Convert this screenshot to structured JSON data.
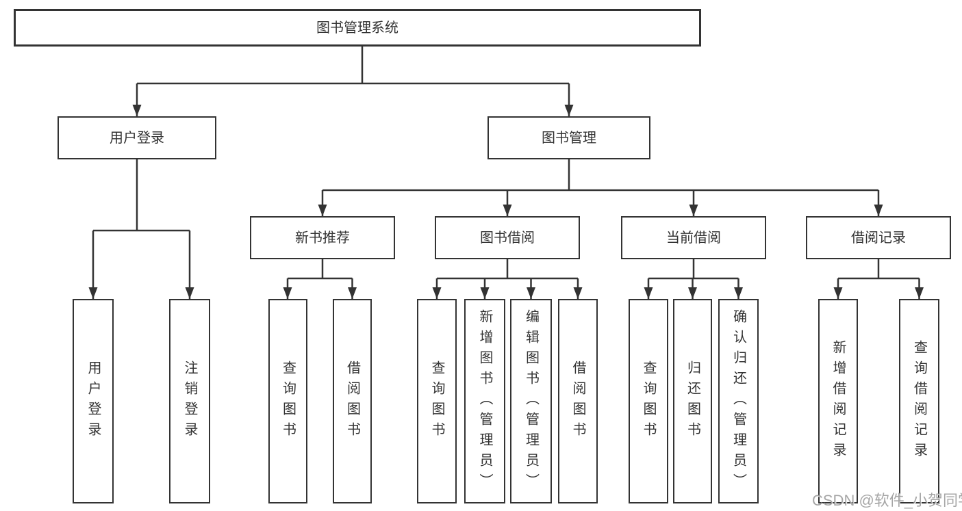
{
  "diagram": {
    "colors": {
      "line": "#333333",
      "box_border": "#333333",
      "text": "#333333",
      "background": "#ffffff",
      "watermark": "#969696"
    },
    "watermark": "CSDN @软件_小贺同学",
    "nodes": {
      "root": {
        "label": "图书管理系统"
      },
      "user_login": {
        "label": "用户登录"
      },
      "book_mgmt": {
        "label": "图书管理"
      },
      "new_book_rec": {
        "label": "新书推荐"
      },
      "book_borrow": {
        "label": "图书借阅"
      },
      "current_borrow": {
        "label": "当前借阅"
      },
      "borrow_records": {
        "label": "借阅记录"
      },
      "leaf_user_login": {
        "label": "用户登录"
      },
      "leaf_logout": {
        "label": "注销登录"
      },
      "leaf_nbr_query": {
        "label": "查询图书"
      },
      "leaf_nbr_borrow": {
        "label": "借阅图书"
      },
      "leaf_bb_query": {
        "label": "查询图书"
      },
      "leaf_bb_add": {
        "label": "新增图书（管理员）"
      },
      "leaf_bb_edit": {
        "label": "编辑图书（管理员）"
      },
      "leaf_bb_borrow": {
        "label": "借阅图书"
      },
      "leaf_cb_query": {
        "label": "查询图书"
      },
      "leaf_cb_return": {
        "label": "归还图书"
      },
      "leaf_cb_confirm": {
        "label": "确认归还（管理员）"
      },
      "leaf_br_add": {
        "label": "新增借阅记录"
      },
      "leaf_br_query": {
        "label": "查询借阅记录"
      }
    },
    "edges": [
      "root->user_login",
      "root->book_mgmt",
      "user_login->leaf_user_login",
      "user_login->leaf_logout",
      "book_mgmt->new_book_rec",
      "book_mgmt->book_borrow",
      "book_mgmt->current_borrow",
      "book_mgmt->borrow_records",
      "new_book_rec->leaf_nbr_query",
      "new_book_rec->leaf_nbr_borrow",
      "book_borrow->leaf_bb_query",
      "book_borrow->leaf_bb_add",
      "book_borrow->leaf_bb_edit",
      "book_borrow->leaf_bb_borrow",
      "current_borrow->leaf_cb_query",
      "current_borrow->leaf_cb_return",
      "current_borrow->leaf_cb_confirm",
      "borrow_records->leaf_br_add",
      "borrow_records->leaf_br_query"
    ]
  }
}
